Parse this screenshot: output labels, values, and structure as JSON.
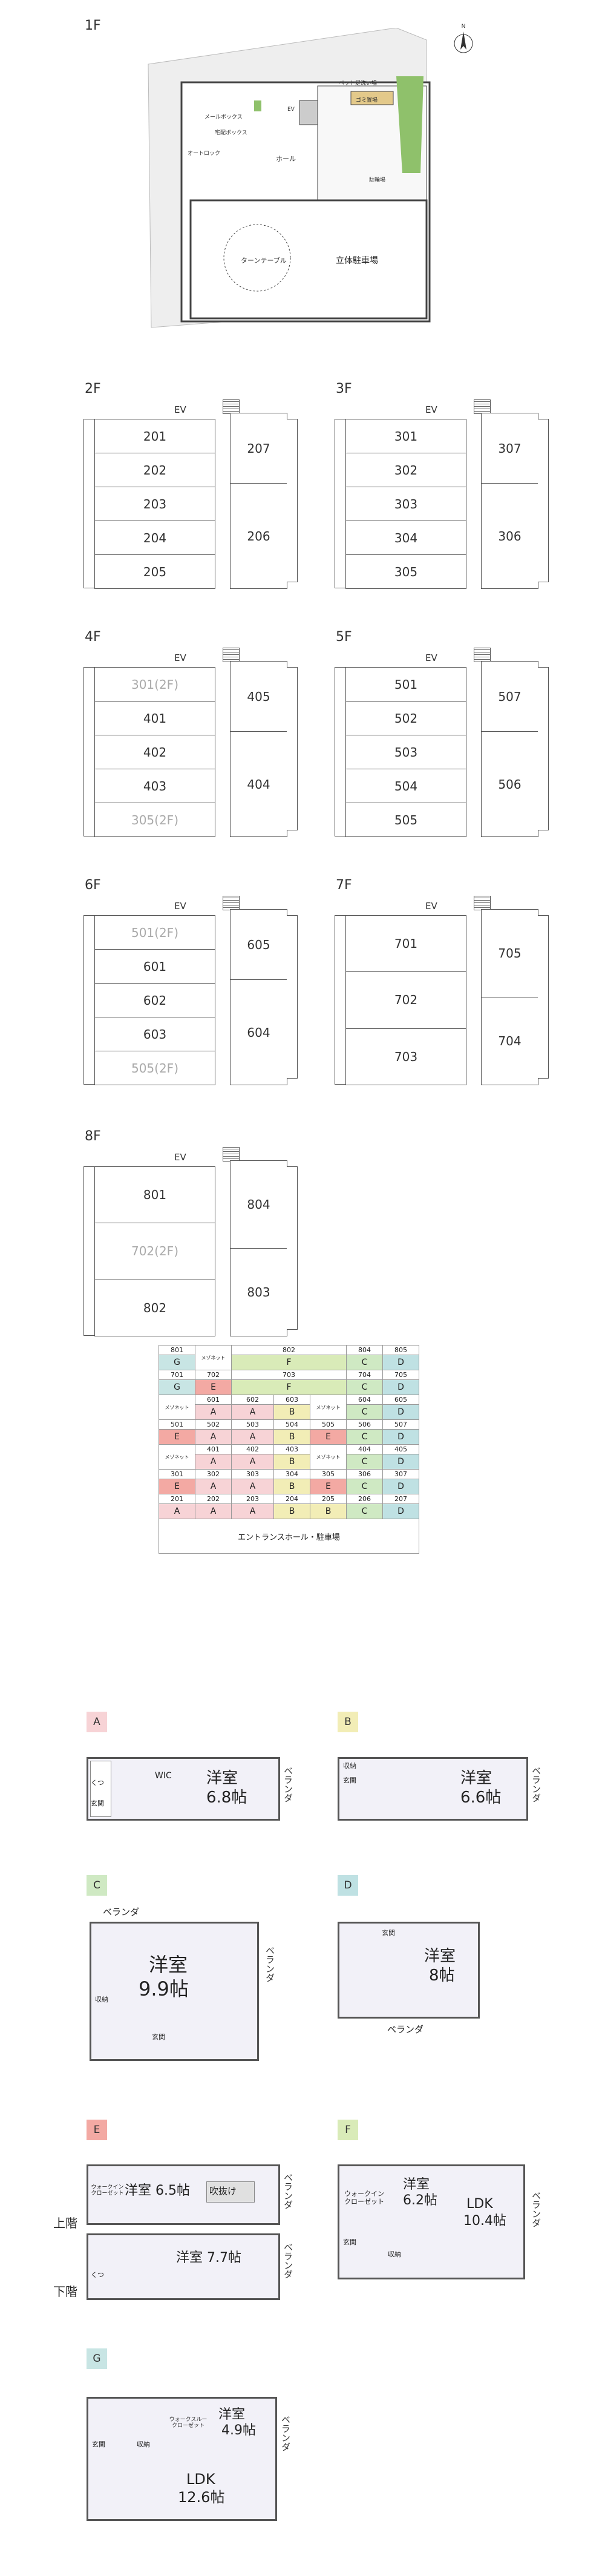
{
  "floor1": {
    "label": "1F",
    "north": "N",
    "parking": "立体駐車場",
    "turntable": "ターンテーブル",
    "hall": "ホール",
    "autolock": "オートロック",
    "mailbox": "メールボックス",
    "delivery": "宅配ボックス",
    "ev": "EV",
    "bike": "駐輪場",
    "trash": "ゴミ置場",
    "pet": "ペット足洗い場"
  },
  "floors": [
    {
      "label": "2F",
      "left": [
        "201",
        "202",
        "203",
        "204",
        "205"
      ],
      "right": [
        "207",
        "206"
      ]
    },
    {
      "label": "3F",
      "left": [
        "301",
        "302",
        "303",
        "304",
        "305"
      ],
      "right": [
        "307",
        "306"
      ]
    },
    {
      "label": "4F",
      "left": [
        "301(2F)",
        "401",
        "402",
        "403",
        "305(2F)"
      ],
      "right": [
        "405",
        "404"
      ]
    },
    {
      "label": "5F",
      "left": [
        "501",
        "502",
        "503",
        "504",
        "505"
      ],
      "right": [
        "507",
        "506"
      ]
    },
    {
      "label": "6F",
      "left": [
        "501(2F)",
        "601",
        "602",
        "603",
        "505(2F)"
      ],
      "right": [
        "605",
        "604"
      ]
    },
    {
      "label": "7F",
      "left": [
        "701",
        "702",
        "703"
      ],
      "right": [
        "705",
        "704"
      ]
    },
    {
      "label": "8F",
      "left": [
        "801",
        "702(2F)",
        "802"
      ],
      "right": [
        "804",
        "803"
      ]
    }
  ],
  "ev_label": "EV",
  "table": {
    "footer": "エントランスホール・駐車場",
    "maisonette": "メゾネット",
    "r1n": [
      "801",
      "",
      "802",
      "804",
      "805"
    ],
    "r1t": [
      "G",
      "",
      "F",
      "C",
      "D"
    ],
    "r2n": [
      "701",
      "702",
      "703",
      "704",
      "705"
    ],
    "r2t": [
      "G",
      "E",
      "F",
      "C",
      "D"
    ],
    "r3n": [
      "",
      "601",
      "602",
      "603",
      "",
      "604",
      "605"
    ],
    "r3t": [
      "",
      "A",
      "A",
      "B",
      "",
      "C",
      "D"
    ],
    "r4n": [
      "501",
      "502",
      "503",
      "504",
      "505",
      "506",
      "507"
    ],
    "r4t": [
      "E",
      "A",
      "A",
      "B",
      "E",
      "C",
      "D"
    ],
    "r5n": [
      "",
      "401",
      "402",
      "403",
      "",
      "404",
      "405"
    ],
    "r5t": [
      "",
      "A",
      "A",
      "B",
      "",
      "C",
      "D"
    ],
    "r6n": [
      "301",
      "302",
      "303",
      "304",
      "305",
      "306",
      "307"
    ],
    "r6t": [
      "E",
      "A",
      "A",
      "B",
      "E",
      "C",
      "D"
    ],
    "r7n": [
      "201",
      "202",
      "203",
      "204",
      "205",
      "206",
      "207"
    ],
    "r7t": [
      "A",
      "A",
      "A",
      "B",
      "B",
      "C",
      "D"
    ]
  },
  "types": {
    "A": {
      "badge": "A",
      "room": "洋室",
      "size": "6.8帖",
      "wic": "WIC",
      "shoes": "くつ",
      "entry": "玄関",
      "veranda": "ベランダ"
    },
    "B": {
      "badge": "B",
      "room": "洋室",
      "size": "6.6帖",
      "storage": "収納",
      "entry": "玄関",
      "veranda": "ベランダ"
    },
    "C": {
      "badge": "C",
      "room": "洋室",
      "size": "9.9帖",
      "veranda": "ベランダ",
      "storage": "収納",
      "entry": "玄関"
    },
    "D": {
      "badge": "D",
      "room": "洋室",
      "size": "8帖",
      "entry": "玄関",
      "veranda": "ベランダ"
    },
    "E": {
      "badge": "E",
      "room_up": "洋室 6.5帖",
      "void": "吹抜け",
      "room_down": "洋室 7.7帖",
      "upper": "上階",
      "lower": "下階",
      "walkin": "ウォークインクローゼット",
      "veranda": "ベランダ",
      "shoes": "くつ"
    },
    "F": {
      "badge": "F",
      "room": "洋室",
      "size": "6.2帖",
      "ldk": "LDK",
      "ldk_size": "10.4帖",
      "walkin": "ウォークインクローゼット",
      "storage": "収納",
      "entry": "玄関",
      "veranda": "ベランダ"
    },
    "G": {
      "badge": "G",
      "room": "洋室",
      "size": "4.9帖",
      "ldk": "LDK",
      "ldk_size": "12.6帖",
      "walkin": "ウォークスルークローゼット",
      "storage": "収納",
      "entry": "玄関",
      "veranda": "ベランダ"
    }
  },
  "colors": {
    "A": "#f7d3d6",
    "B": "#f2edb6",
    "C": "#cfe9c3",
    "D": "#bfe1e3",
    "E": "#f3a9a3",
    "F": "#d9ebb8",
    "G": "#c8e5e4"
  }
}
